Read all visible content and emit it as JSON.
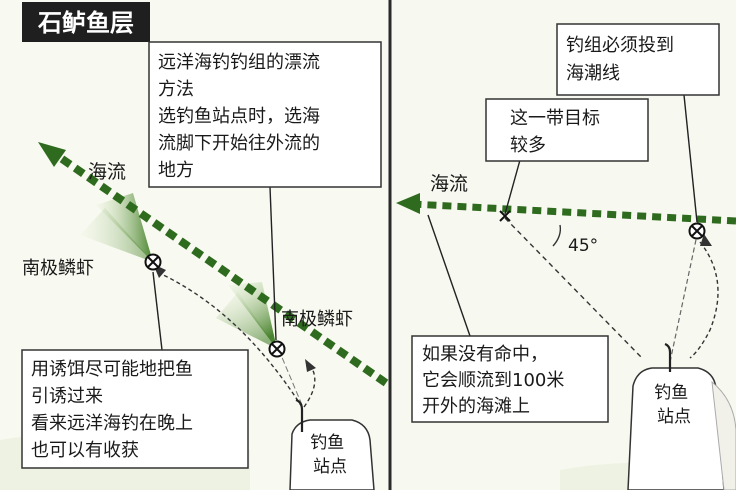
{
  "title": "石鲈鱼层",
  "left": {
    "callout_top": [
      "远洋海钓钓组的漂流",
      "方法",
      "选钓鱼站点时，选海",
      "流脚下开始往外流的",
      "地方"
    ],
    "label_current": "海流",
    "label_krill_1": "南极鳞虾",
    "label_krill_2": "南极鳞虾",
    "callout_bottom": [
      "用诱饵尽可能地把鱼",
      "引诱过来",
      "看来远洋海钓在晚上",
      "也可以有收获"
    ],
    "spot": [
      "钓鱼",
      "站点"
    ]
  },
  "right": {
    "callout_top": [
      "钓组必须投到",
      "海潮线"
    ],
    "callout_target": [
      "这一带目标",
      "较多"
    ],
    "label_current": "海流",
    "angle": "45°",
    "callout_bottom": [
      "如果没有命中，",
      "它会顺流到100米",
      "开外的海滩上"
    ],
    "spot": [
      "钓鱼",
      "站点"
    ]
  },
  "colors": {
    "current_green": "#2f6b1e",
    "shading_green": "#5f9a3a",
    "title_bg": "#1f1f1f",
    "title_fg": "#ffffff",
    "divider": "#2a2a2a",
    "rod_stroke": "#222222"
  }
}
